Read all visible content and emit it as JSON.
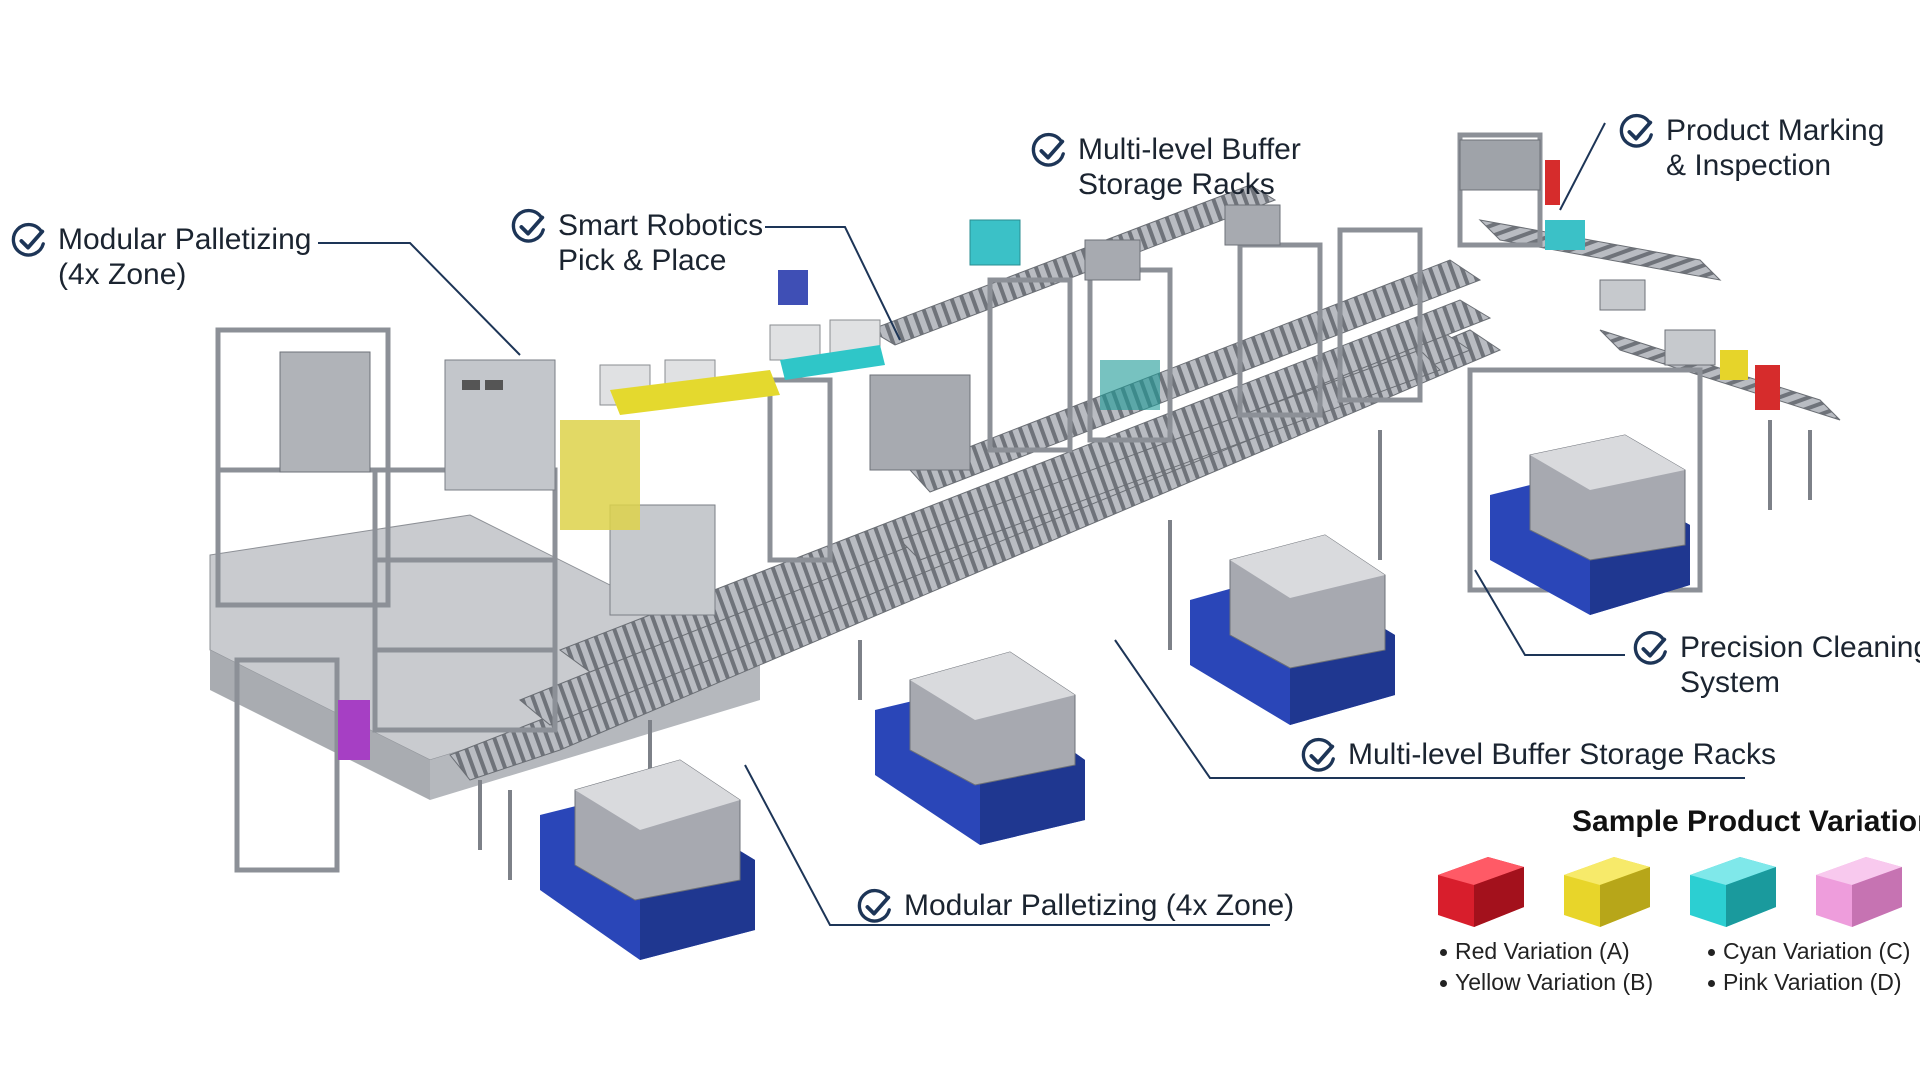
{
  "callouts": {
    "palletizing_top": {
      "line1": "Modular Palletizing",
      "line2": "(4x Zone)"
    },
    "robotics": {
      "line1": "Smart Robotics",
      "line2": "Pick & Place"
    },
    "buffer_top": {
      "line1": "Multi-level Buffer",
      "line2": "Storage Racks"
    },
    "marking": {
      "line1": "Product Marking",
      "line2": "& Inspection"
    },
    "cleaning": {
      "line1": "Precision Cleaning",
      "line2": "System"
    },
    "buffer_bottom": {
      "line1": "Multi-level Buffer Storage Racks"
    },
    "palletizing_bottom": {
      "line1": "Modular Palletizing (4x Zone)"
    }
  },
  "legend": {
    "title": "Sample Product Variations",
    "items": [
      {
        "label": "Red Variation (A)",
        "color": "#d81e2c"
      },
      {
        "label": "Yellow Variation (B)",
        "color": "#e8d52a"
      },
      {
        "label": "Cyan Variation (C)",
        "color": "#2ccfd2"
      },
      {
        "label": "Pink Variation (D)",
        "color": "#ee9ddc"
      }
    ]
  },
  "colors": {
    "accent_line": "#1d3557",
    "check": "#1d3557",
    "frame": "#8c9097",
    "bin_base": "#2a46b8",
    "bin_box": "#a7a9b0"
  },
  "icons": [
    "check-circle-icon"
  ]
}
